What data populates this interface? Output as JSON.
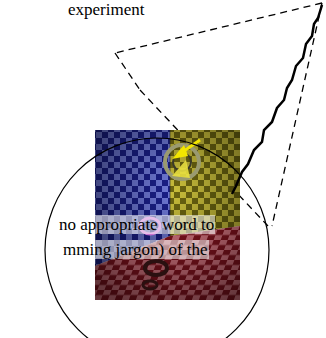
{
  "diagram": {
    "labels": [
      "experiment",
      "no appropriate word to",
      "mming jargon) of the"
    ]
  }
}
